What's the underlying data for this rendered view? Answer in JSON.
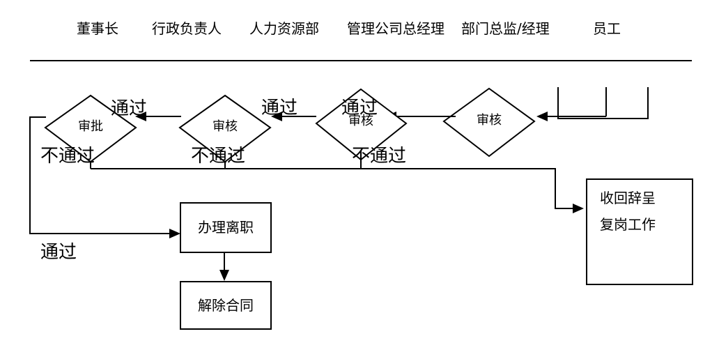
{
  "headers": [
    "董事长",
    "行政负责人",
    "人力资源部",
    "管理公司总经理",
    "部门总监/经理",
    "员工"
  ],
  "decisions": {
    "chairman": "审批",
    "admin": "审核",
    "hr": "审核",
    "manager": "审核"
  },
  "labels": {
    "pass": "通过",
    "fail": "不通过"
  },
  "boxes": {
    "handle_resignation": "办理离职",
    "terminate_contract": "解除合同",
    "withdraw_line1": "收回辞呈",
    "withdraw_line2": "复岗工作"
  }
}
